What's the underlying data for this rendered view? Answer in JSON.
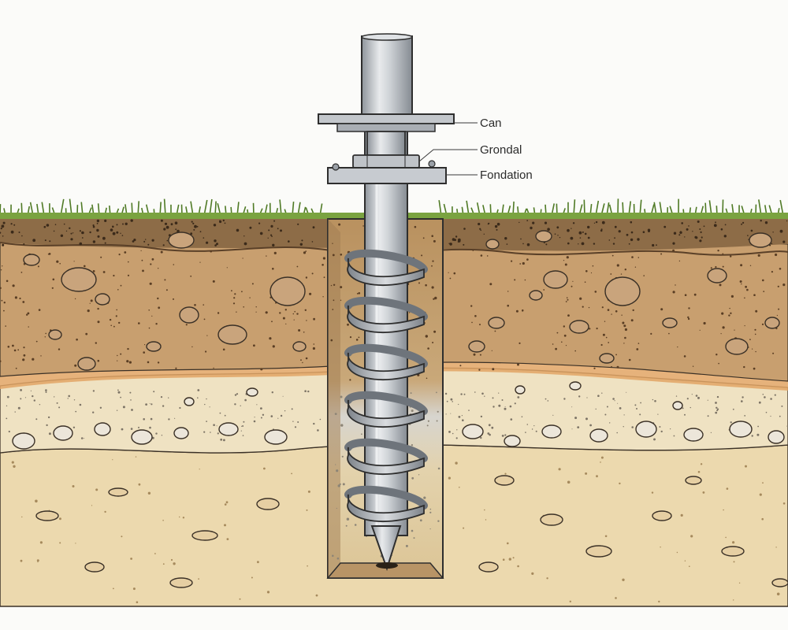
{
  "diagram": {
    "callouts": [
      {
        "id": "can",
        "label": "Can"
      },
      {
        "id": "grondal",
        "label": "Grondal"
      },
      {
        "id": "fondation",
        "label": "Fondation"
      }
    ],
    "layers": [
      {
        "id": "grass",
        "color": "#6b9a35"
      },
      {
        "id": "topsoil",
        "color": "#8a6a45"
      },
      {
        "id": "upper-soil",
        "color": "#c79e6e"
      },
      {
        "id": "clay-band",
        "color": "#e2a465"
      },
      {
        "id": "gravel-sand",
        "color": "#efe0bd"
      },
      {
        "id": "subsoil",
        "color": "#ecd9ae"
      }
    ],
    "colors": {
      "sky": "#fbfbf9",
      "steel": "#c9cdd2",
      "steel_dark": "#8e949b",
      "outline": "#2e2e2e"
    }
  }
}
